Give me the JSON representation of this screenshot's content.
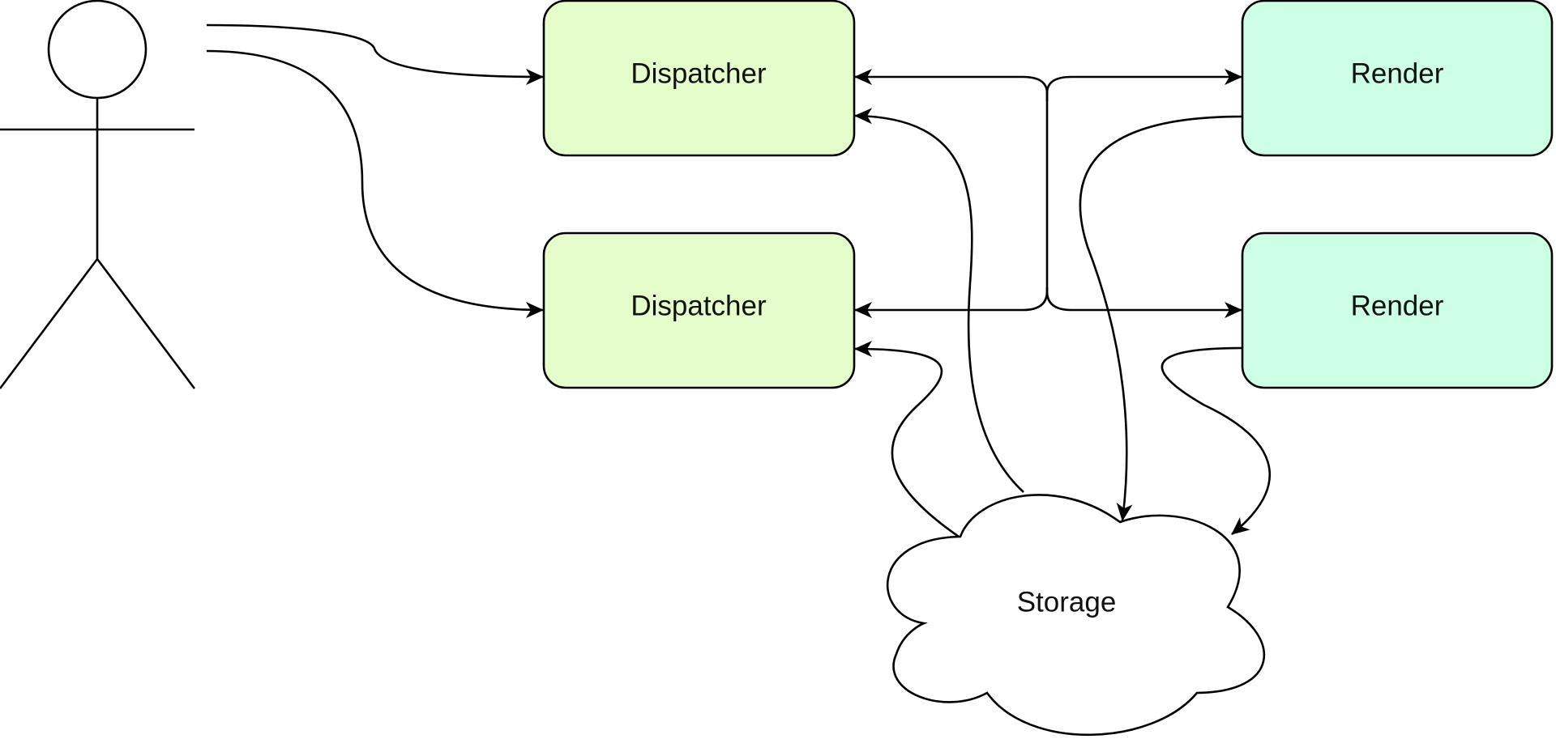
{
  "diagram": {
    "actor": {
      "label": ""
    },
    "nodes": {
      "dispatcher_1": {
        "label": "Dispatcher"
      },
      "dispatcher_2": {
        "label": "Dispatcher"
      },
      "render_1": {
        "label": "Render"
      },
      "render_2": {
        "label": "Render"
      },
      "storage": {
        "label": "Storage"
      }
    },
    "colors": {
      "dispatcher_fill": "#e5fccb",
      "render_fill": "#ccffe4",
      "storage_fill": "#ffffff",
      "stroke": "#000000"
    },
    "icons": {
      "actor": "stick-figure-icon",
      "storage": "cloud-icon"
    }
  }
}
